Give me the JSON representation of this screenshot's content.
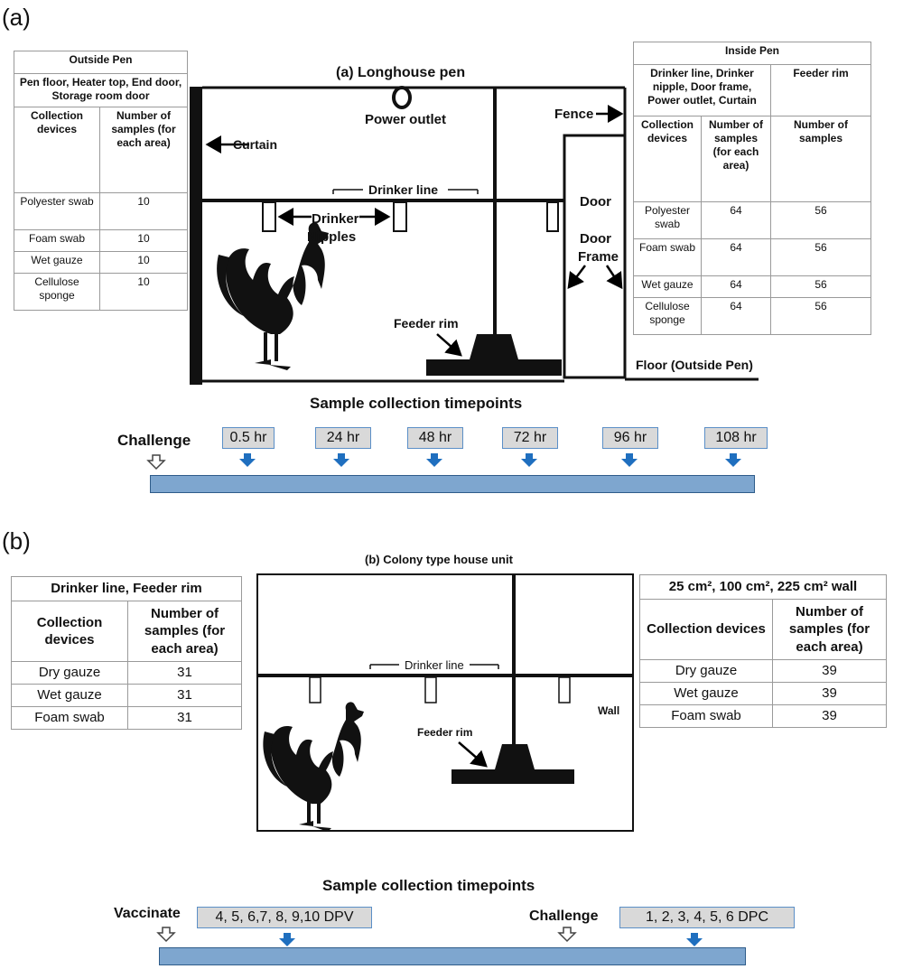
{
  "panel_a": {
    "label": "(a)",
    "title": "(a) Longhouse pen",
    "labels": {
      "power_outlet": "Power outlet",
      "curtain": "Curtain",
      "drinker_line": "Drinker line",
      "drinker": "Drinker",
      "nipples": "Nipples",
      "fence": "Fence",
      "door": "Door",
      "door_frame_1": "Door",
      "door_frame_2": "Frame",
      "feeder_rim": "Feeder rim",
      "floor": "Floor (Outside Pen)"
    },
    "outside_table": {
      "title": "Outside Pen",
      "areas": "Pen floor, Heater top, End door, Storage room door",
      "col1": "Collection devices",
      "col2": "Number of samples (for each area)",
      "rows": [
        {
          "device": "Polyester swab",
          "n": "10"
        },
        {
          "device": "Foam swab",
          "n": "10"
        },
        {
          "device": "Wet gauze",
          "n": "10"
        },
        {
          "device": "Cellulose sponge",
          "n": "10"
        }
      ]
    },
    "inside_table": {
      "title": "Inside Pen",
      "area1": "Drinker line, Drinker nipple, Door frame, Power outlet, Curtain",
      "area2": "Feeder rim",
      "col1": "Collection devices",
      "col2": "Number of samples (for each area)",
      "col3": "Number of samples",
      "rows": [
        {
          "device": "Polyester swab",
          "n1": "64",
          "n2": "56"
        },
        {
          "device": "Foam swab",
          "n1": "64",
          "n2": "56"
        },
        {
          "device": "Wet gauze",
          "n1": "64",
          "n2": "56"
        },
        {
          "device": "Cellulose sponge",
          "n1": "64",
          "n2": "56"
        }
      ]
    },
    "timeline": {
      "title": "Sample collection timepoints",
      "start_label": "Challenge",
      "points": [
        "0.5 hr",
        "24 hr",
        "48 hr",
        "72 hr",
        "96 hr",
        "108 hr"
      ]
    }
  },
  "panel_b": {
    "label": "(b)",
    "title": "(b) Colony type house unit",
    "labels": {
      "drinker_line": "Drinker line",
      "wall": "Wall",
      "feeder_rim": "Feeder rim"
    },
    "left_table": {
      "title": "Drinker line, Feeder rim",
      "col1": "Collection devices",
      "col2": "Number of samples (for each area)",
      "rows": [
        {
          "device": "Dry gauze",
          "n": "31"
        },
        {
          "device": "Wet gauze",
          "n": "31"
        },
        {
          "device": "Foam swab",
          "n": "31"
        }
      ]
    },
    "right_table": {
      "title": "25 cm², 100 cm², 225 cm² wall",
      "col1": "Collection devices",
      "col2": "Number of samples (for each area)",
      "rows": [
        {
          "device": "Dry gauze",
          "n": "39"
        },
        {
          "device": "Wet gauze",
          "n": "39"
        },
        {
          "device": "Foam swab",
          "n": "39"
        }
      ]
    },
    "timeline": {
      "title": "Sample collection timepoints",
      "vaccinate_label": "Vaccinate",
      "vaccinate_box": "4, 5, 6,7, 8, 9,10 DPV",
      "challenge_label": "Challenge",
      "challenge_box": "1, 2, 3, 4, 5, 6 DPC"
    }
  },
  "colors": {
    "bar": "#7ea6cf",
    "arrow": "#1f6fbf",
    "box": "#d9d9d9"
  }
}
